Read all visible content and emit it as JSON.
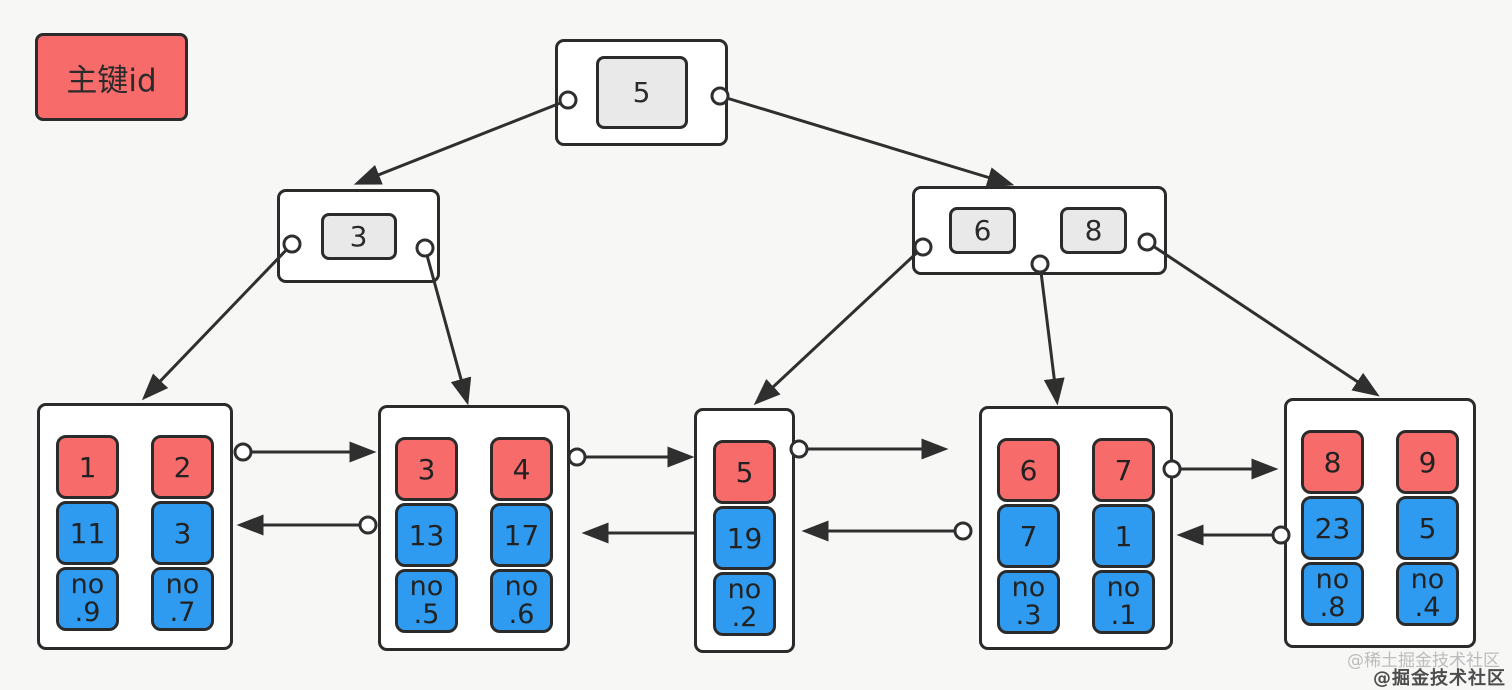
{
  "colors": {
    "red": "#f76b6b",
    "blue": "#2e9bf0",
    "key_gray": "#e9e9e9",
    "stroke": "#2f2f2f",
    "background": "#f7f7f6"
  },
  "legend": {
    "primary_key_label": "主键id"
  },
  "tree": {
    "root": {
      "keys": [
        "5"
      ]
    },
    "internal_left": {
      "keys": [
        "3"
      ]
    },
    "internal_right": {
      "keys": [
        "6",
        "8"
      ]
    }
  },
  "leaves": [
    {
      "columns": [
        {
          "id": "1",
          "value": "11",
          "record_line1": "no",
          "record_line2": ".9"
        },
        {
          "id": "2",
          "value": "3",
          "record_line1": "no",
          "record_line2": ".7"
        }
      ]
    },
    {
      "columns": [
        {
          "id": "3",
          "value": "13",
          "record_line1": "no",
          "record_line2": ".5"
        },
        {
          "id": "4",
          "value": "17",
          "record_line1": "no",
          "record_line2": ".6"
        }
      ]
    },
    {
      "columns": [
        {
          "id": "5",
          "value": "19",
          "record_line1": "no",
          "record_line2": ".2"
        }
      ]
    },
    {
      "columns": [
        {
          "id": "6",
          "value": "7",
          "record_line1": "no",
          "record_line2": ".3"
        },
        {
          "id": "7",
          "value": "1",
          "record_line1": "no",
          "record_line2": ".1"
        }
      ]
    },
    {
      "columns": [
        {
          "id": "8",
          "value": "23",
          "record_line1": "no",
          "record_line2": ".8"
        },
        {
          "id": "9",
          "value": "5",
          "record_line1": "no",
          "record_line2": ".4"
        }
      ]
    }
  ],
  "watermark": {
    "line1": "@稀土掘金技术社区",
    "line2": "@掘金技术社区"
  }
}
